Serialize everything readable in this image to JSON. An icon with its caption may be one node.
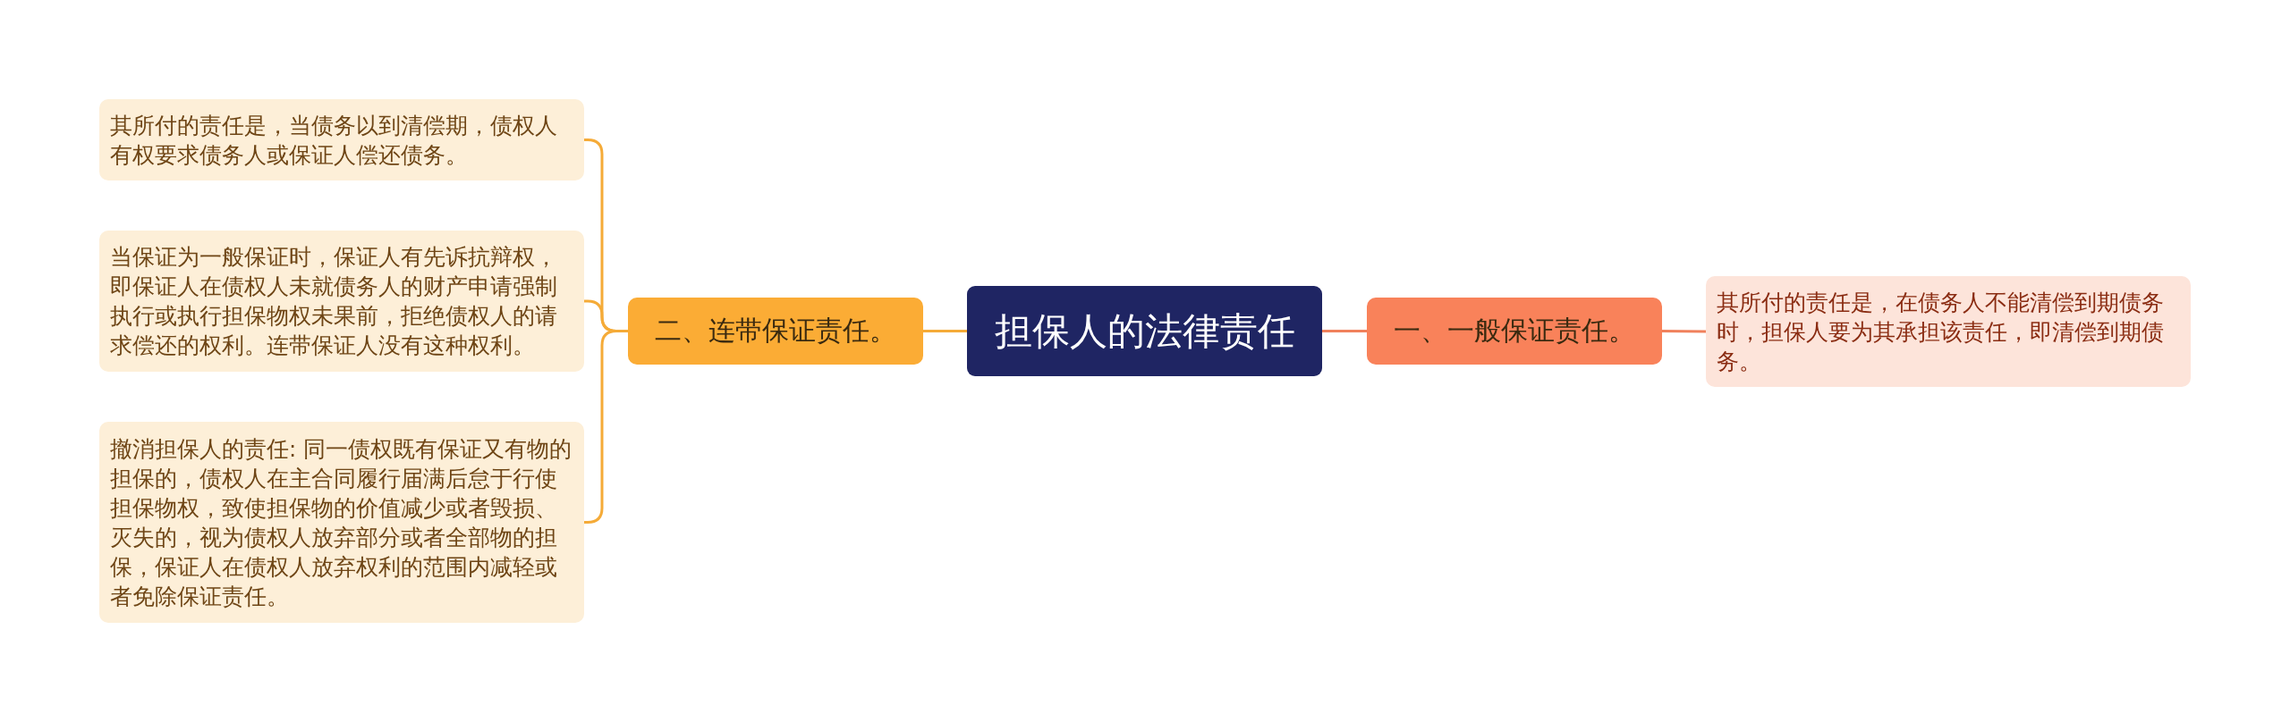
{
  "diagram": {
    "nodes": [
      {
        "text": [
          "担保人的法律责任"
        ]
      },
      {
        "text": [
          "一、一般保证责任。"
        ]
      },
      {
        "text": [
          "其所付的责任是，在债务人不能清偿到期债务时，担保人要为其承担该责任，即清偿到期债务。"
        ]
      },
      {
        "text": [
          "二、连带保证责任。"
        ]
      },
      {
        "text": [
          "其所付的责任是，当债务以到清偿期，债权人有权要求债务人或保证人偿还债务。"
        ]
      },
      {
        "text": [
          "当保证为一般保证时，保证人有先诉抗辩权，即保证人在债权人未就债务人的财产申请强制执行或执行担保物权未果前，拒绝债权人的请求偿还的权利。连带保证人没有这种权利。"
        ]
      },
      {
        "text": [
          "撤消担保人的责任: 同一债权既有保证又有物的担保的，债权人在主合同履行届满后怠于行使担保物权，致使担保物的价值减少或者毁损、灭失的，视为债权人放弃部分或者全部物的担保，保证人在债权人放弃权利的范围内减轻或者免除保证责任。"
        ]
      }
    ],
    "edges": [
      {
        "from": 0,
        "to": 1,
        "arrow": "none"
      },
      {
        "from": 1,
        "to": 2,
        "arrow": "none"
      },
      {
        "from": 0,
        "to": 3,
        "arrow": "none"
      },
      {
        "from": 3,
        "to": 4,
        "arrow": "none"
      },
      {
        "from": 3,
        "to": 5,
        "arrow": "none"
      },
      {
        "from": 3,
        "to": 6,
        "arrow": "none"
      }
    ]
  }
}
